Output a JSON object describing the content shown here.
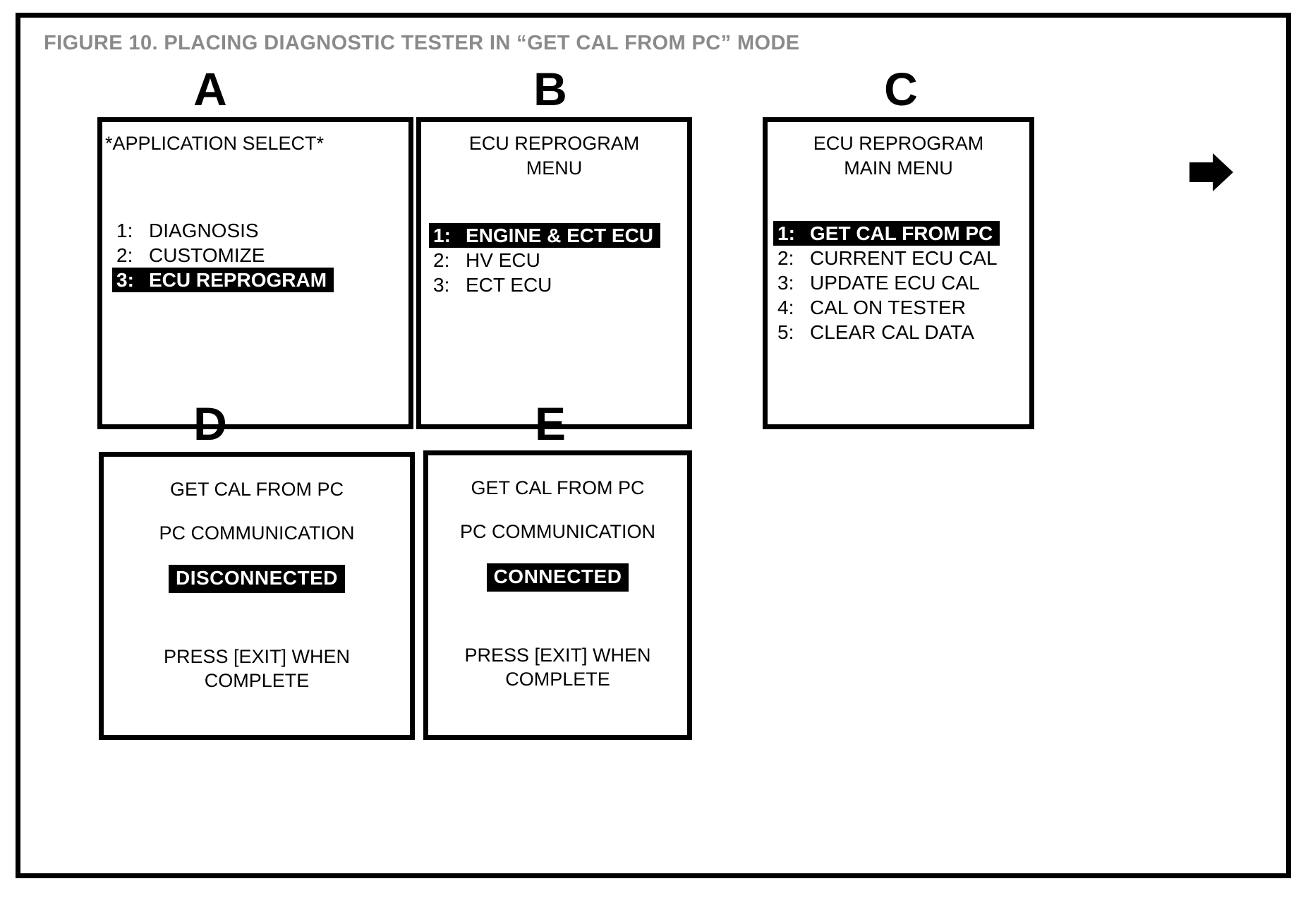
{
  "figure": {
    "title": "FIGURE 10.  PLACING DIAGNOSTIC TESTER IN “GET CAL FROM PC” MODE",
    "title_color": "#8a8a8a",
    "frame_color": "#000000",
    "background": "#ffffff"
  },
  "panels": [
    {
      "letter": "A",
      "type": "menu",
      "title_lines": [
        "*APPLICATION SELECT*"
      ],
      "items": [
        {
          "num": "1:",
          "label": "DIAGNOSIS",
          "selected": false
        },
        {
          "num": "2:",
          "label": "CUSTOMIZE",
          "selected": false
        },
        {
          "num": "3:",
          "label": "ECU REPROGRAM",
          "selected": true
        }
      ]
    },
    {
      "letter": "B",
      "type": "menu",
      "title_lines": [
        "ECU REPROGRAM",
        "MENU"
      ],
      "items": [
        {
          "num": "1:",
          "label": "ENGINE & ECT ECU",
          "selected": true
        },
        {
          "num": "2:",
          "label": "HV ECU",
          "selected": false
        },
        {
          "num": "3:",
          "label": "ECT ECU",
          "selected": false
        }
      ]
    },
    {
      "letter": "C",
      "type": "menu",
      "title_lines": [
        "ECU REPROGRAM",
        "MAIN MENU"
      ],
      "items": [
        {
          "num": "1:",
          "label": "GET CAL FROM PC",
          "selected": true
        },
        {
          "num": "2:",
          "label": "CURRENT ECU CAL",
          "selected": false
        },
        {
          "num": "3:",
          "label": "UPDATE ECU CAL",
          "selected": false
        },
        {
          "num": "4:",
          "label": "CAL ON TESTER",
          "selected": false
        },
        {
          "num": "5:",
          "label": "CLEAR CAL DATA",
          "selected": false
        }
      ]
    },
    {
      "letter": "D",
      "type": "status",
      "line1": "GET CAL FROM PC",
      "line2": "PC COMMUNICATION",
      "badge": "DISCONNECTED",
      "footer_lines": [
        "PRESS [EXIT] WHEN",
        "COMPLETE"
      ]
    },
    {
      "letter": "E",
      "type": "status",
      "line1": "GET CAL FROM PC",
      "line2": "PC COMMUNICATION",
      "badge": "CONNECTED",
      "footer_lines": [
        "PRESS [EXIT] WHEN",
        "COMPLETE"
      ]
    }
  ],
  "arrows": [
    {
      "name": "arrow-a-to-b"
    },
    {
      "name": "arrow-b-to-c"
    },
    {
      "name": "arrow-c-to-d"
    },
    {
      "name": "arrow-d-to-e"
    }
  ]
}
